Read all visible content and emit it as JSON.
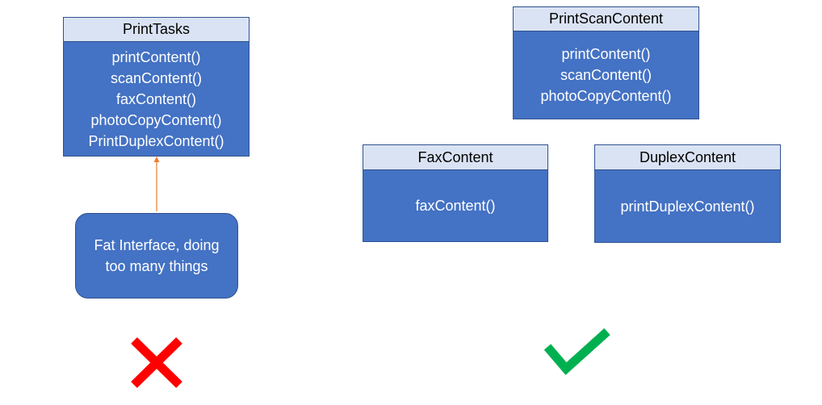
{
  "left": {
    "class_name": "PrintTasks",
    "methods": [
      "printContent()",
      "scanContent()",
      "faxContent()",
      "photoCopyContent()",
      "PrintDuplexContent()"
    ],
    "note": "Fat Interface, doing too many things",
    "verdict_icon": "red-cross-icon"
  },
  "right": {
    "classes": [
      {
        "name": "PrintScanContent",
        "methods": [
          "printContent()",
          "scanContent()",
          "photoCopyContent()"
        ]
      },
      {
        "name": "FaxContent",
        "methods": [
          "faxContent()"
        ]
      },
      {
        "name": "DuplexContent",
        "methods": [
          "printDuplexContent()"
        ]
      }
    ],
    "verdict_icon": "green-check-icon"
  },
  "colors": {
    "header_fill": "#dae3f3",
    "body_fill": "#4472c4",
    "border": "#2f528f",
    "arrow": "#ed7d31",
    "cross": "#ff0000",
    "check": "#00b050"
  }
}
